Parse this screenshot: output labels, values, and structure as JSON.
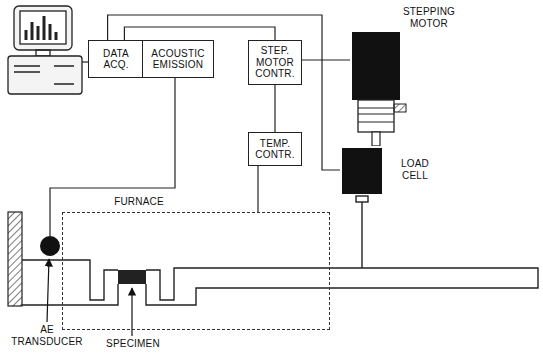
{
  "diagram": {
    "nodes": [
      {
        "text": [
          "DATA ACQ."
        ]
      },
      {
        "text": [
          "ACOUSTIC EMISSION"
        ]
      },
      {
        "text": [
          "STEP. MOTOR CONTR."
        ]
      },
      {
        "text": [
          "TEMP. CONTR."
        ]
      },
      {
        "text": [
          "STEPPING MOTOR"
        ]
      },
      {
        "text": [
          "LOAD CELL"
        ]
      },
      {
        "text": [
          "FURNACE"
        ]
      }
    ],
    "edges": [
      {
        "from": 0,
        "to": 5,
        "arrow": "none"
      },
      {
        "from": 0,
        "to": 2,
        "arrow": "none"
      },
      {
        "from": 0,
        "to": 1,
        "arrow": "none"
      },
      {
        "from": 2,
        "to": 4,
        "arrow": "none"
      },
      {
        "from": 2,
        "to": 3,
        "arrow": "none"
      },
      {
        "from": 3,
        "to": 6,
        "arrow": "none"
      }
    ],
    "labels": [
      "AE TRANSDUCER",
      "SPECIMEN"
    ]
  }
}
